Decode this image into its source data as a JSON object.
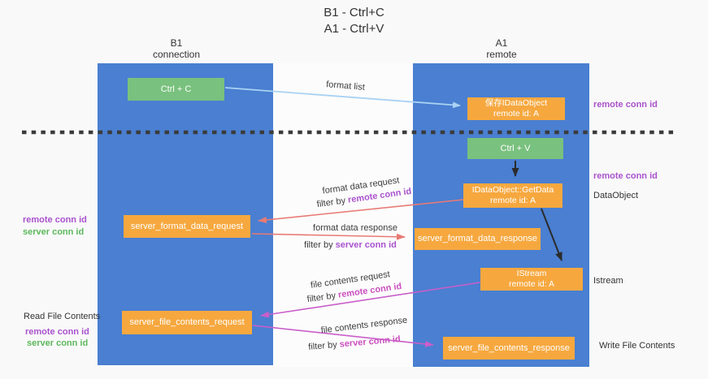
{
  "title": {
    "line1": "B1 - Ctrl+C",
    "line2": "A1 - Ctrl+V"
  },
  "lanes": {
    "left": {
      "name": "B1",
      "role": "connection"
    },
    "right": {
      "name": "A1",
      "role": "remote"
    }
  },
  "nodes": {
    "ctrl_c": {
      "label": "Ctrl + C"
    },
    "ctrl_v": {
      "label": "Ctrl + V"
    },
    "save_dataobject": {
      "line1": "保存IDataObject",
      "line2": "remote id: A"
    },
    "getdata": {
      "line1": "IDataObject::GetData",
      "line2": "remote id: A"
    },
    "istream": {
      "line1": "IStream",
      "line2": "remote id: A"
    },
    "server_format_data_request": {
      "label": "server_format_data_request"
    },
    "server_format_data_response": {
      "label": "server_format_data_response"
    },
    "server_file_contents_request": {
      "label": "server_file_contents_request"
    },
    "server_file_contents_response": {
      "label": "server_file_contents_response"
    }
  },
  "flow_labels": {
    "format_list": "format list",
    "format_data_request": "format data request",
    "format_data_response": "format data response",
    "file_contents_request": "file contents request",
    "file_contents_response": "file contents response",
    "filter_by": "filter by",
    "remote_conn_id": "remote conn id",
    "server_conn_id": "server conn id"
  },
  "side_labels": {
    "remote_conn_id_top": "remote conn id",
    "remote_conn_id_mid": "remote conn id",
    "dataobject": "DataObject",
    "istream": "Istream",
    "read_file_contents": "Read File Contents",
    "write_file_contents": "Write File Contents",
    "left_remote_conn_id": "remote conn id",
    "left_server_conn_id": "server conn id",
    "left_remote_conn_id_2": "remote conn id",
    "left_server_conn_id_2": "server conn id"
  },
  "colors": {
    "lane_blue": "#4a7fd1",
    "box_green": "#79c17e",
    "box_orange": "#f6a83f",
    "purple_text": "#a953cd",
    "magenta_text": "#cb4fc0",
    "green_text": "#5cb85c",
    "red_arrow": "#e87a75",
    "pink_arrow": "#c95ec9",
    "light_blue_arrow": "#a9d2f3",
    "black_arrow": "#2b2b2b",
    "dash_line": "#3b3b3b"
  }
}
